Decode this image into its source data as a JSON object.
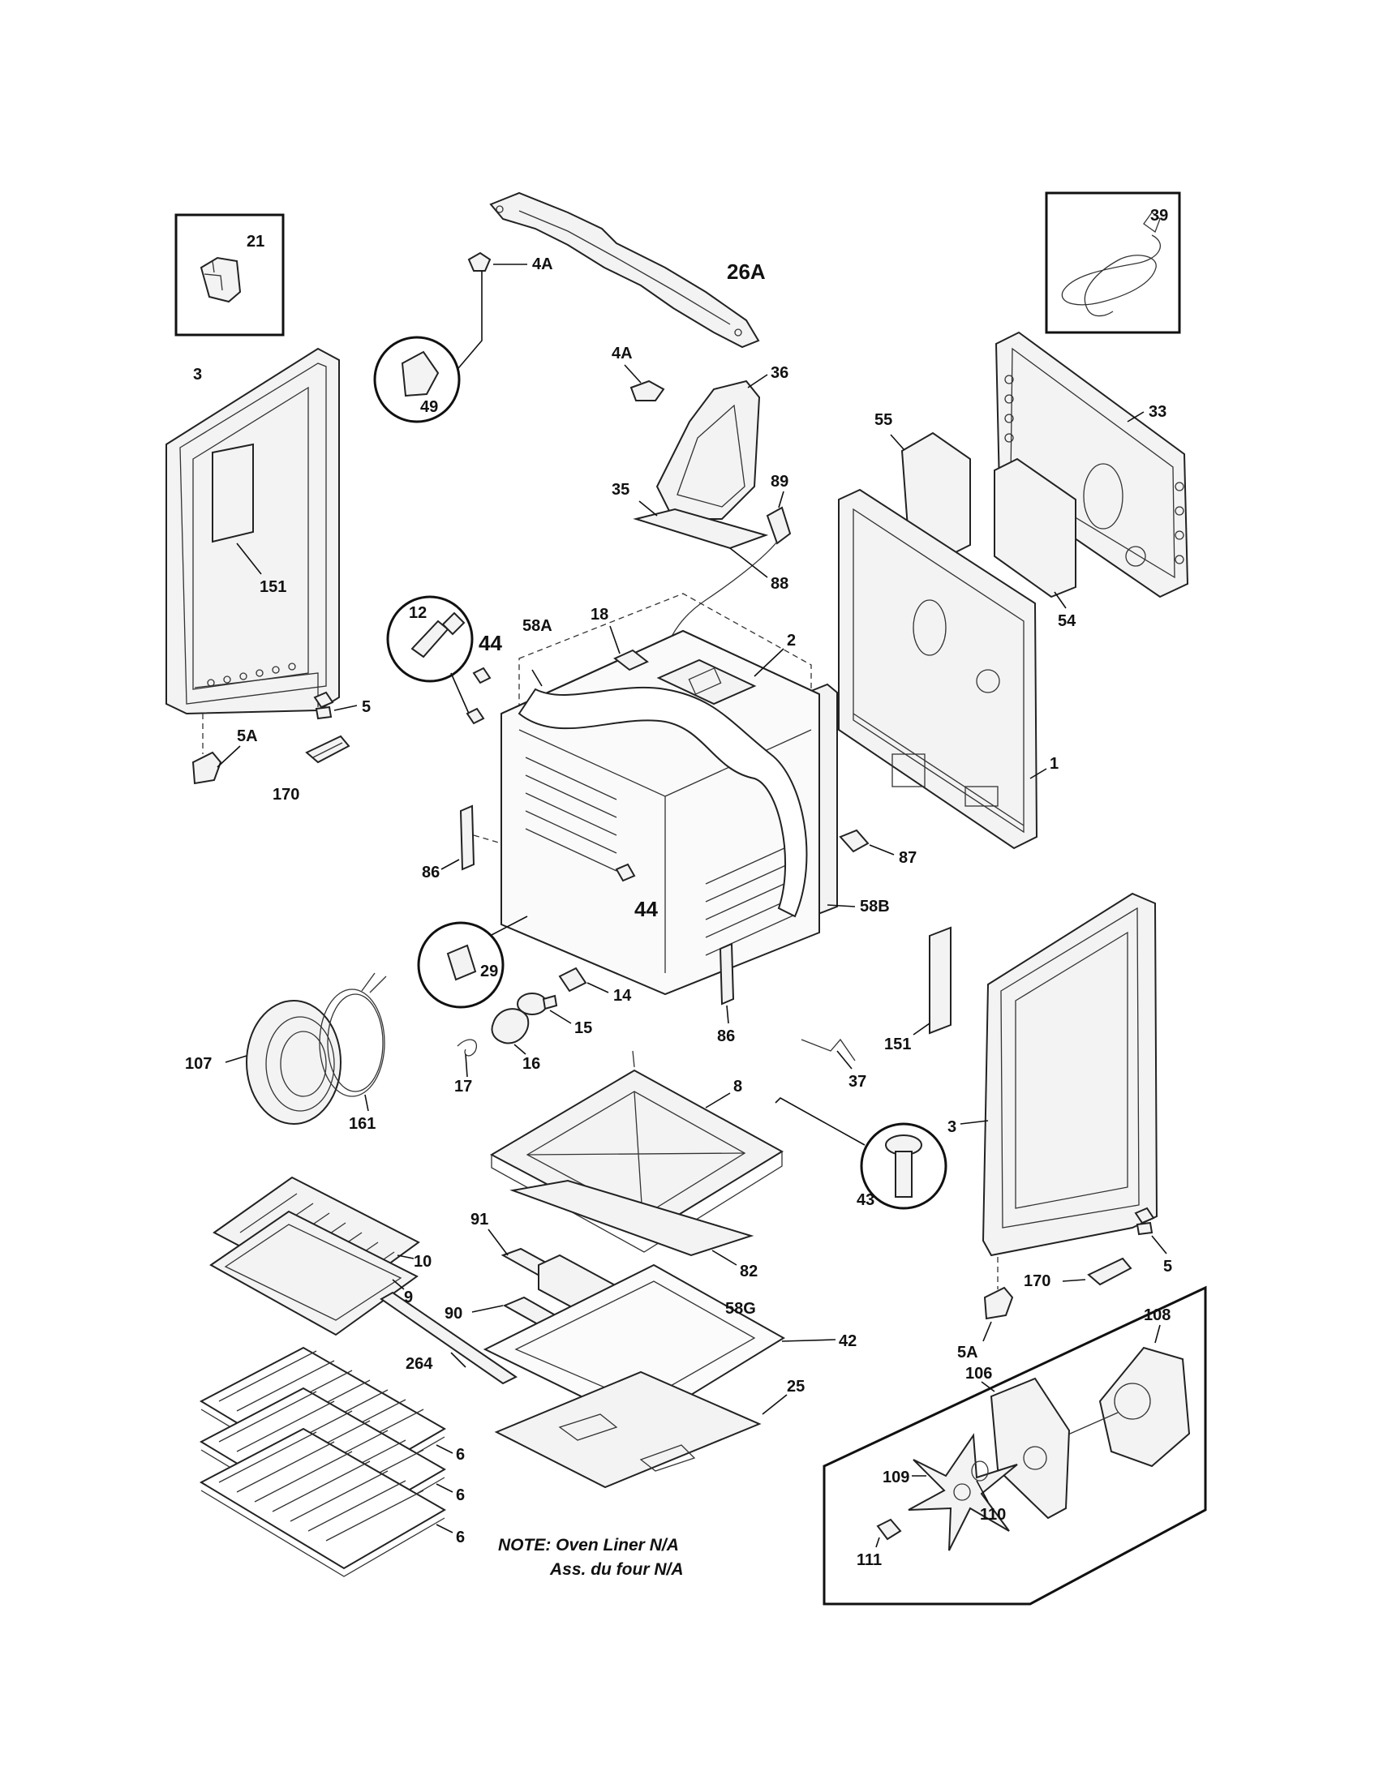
{
  "labels": [
    {
      "key": "l21",
      "text": "21"
    },
    {
      "key": "l39",
      "text": "39"
    },
    {
      "key": "l26A",
      "text": "26A"
    },
    {
      "key": "l4A_top",
      "text": "4A"
    },
    {
      "key": "l4A_mid",
      "text": "4A"
    },
    {
      "key": "l49",
      "text": "49"
    },
    {
      "key": "l3_left",
      "text": "3"
    },
    {
      "key": "l151_left",
      "text": "151"
    },
    {
      "key": "l36",
      "text": "36"
    },
    {
      "key": "l35",
      "text": "35"
    },
    {
      "key": "l89",
      "text": "89"
    },
    {
      "key": "l88",
      "text": "88"
    },
    {
      "key": "l33",
      "text": "33"
    },
    {
      "key": "l55",
      "text": "55"
    },
    {
      "key": "l54",
      "text": "54"
    },
    {
      "key": "l12",
      "text": "12"
    },
    {
      "key": "l44_top",
      "text": "44"
    },
    {
      "key": "l58A",
      "text": "58A"
    },
    {
      "key": "l18",
      "text": "18"
    },
    {
      "key": "l2",
      "text": "2"
    },
    {
      "key": "l5_left",
      "text": "5"
    },
    {
      "key": "l5A_left",
      "text": "5A"
    },
    {
      "key": "l170_left",
      "text": "170"
    },
    {
      "key": "l1",
      "text": "1"
    },
    {
      "key": "l87",
      "text": "87"
    },
    {
      "key": "l86_left",
      "text": "86"
    },
    {
      "key": "l58B",
      "text": "58B"
    },
    {
      "key": "l44_bottom",
      "text": "44"
    },
    {
      "key": "l29",
      "text": "29"
    },
    {
      "key": "l14",
      "text": "14"
    },
    {
      "key": "l15",
      "text": "15"
    },
    {
      "key": "l16",
      "text": "16"
    },
    {
      "key": "l17",
      "text": "17"
    },
    {
      "key": "l86_right",
      "text": "86"
    },
    {
      "key": "l107",
      "text": "107"
    },
    {
      "key": "l161",
      "text": "161"
    },
    {
      "key": "l151_right",
      "text": "151"
    },
    {
      "key": "l37",
      "text": "37"
    },
    {
      "key": "l3_right",
      "text": "3"
    },
    {
      "key": "l8",
      "text": "8"
    },
    {
      "key": "l43",
      "text": "43"
    },
    {
      "key": "l10",
      "text": "10"
    },
    {
      "key": "l9",
      "text": "9"
    },
    {
      "key": "l91",
      "text": "91"
    },
    {
      "key": "l82",
      "text": "82"
    },
    {
      "key": "l58G",
      "text": "58G"
    },
    {
      "key": "l90",
      "text": "90"
    },
    {
      "key": "l42",
      "text": "42"
    },
    {
      "key": "l264",
      "text": "264"
    },
    {
      "key": "l25",
      "text": "25"
    },
    {
      "key": "l6_a",
      "text": "6"
    },
    {
      "key": "l6_b",
      "text": "6"
    },
    {
      "key": "l6_c",
      "text": "6"
    },
    {
      "key": "l170_right",
      "text": "170"
    },
    {
      "key": "l5_right",
      "text": "5"
    },
    {
      "key": "l5A_right",
      "text": "5A"
    },
    {
      "key": "l108",
      "text": "108"
    },
    {
      "key": "l106",
      "text": "106"
    },
    {
      "key": "l109",
      "text": "109"
    },
    {
      "key": "l110",
      "text": "110"
    },
    {
      "key": "l111",
      "text": "111"
    }
  ],
  "note": {
    "line1": "NOTE: Oven Liner N/A",
    "line2": "Ass. du four N/A"
  }
}
